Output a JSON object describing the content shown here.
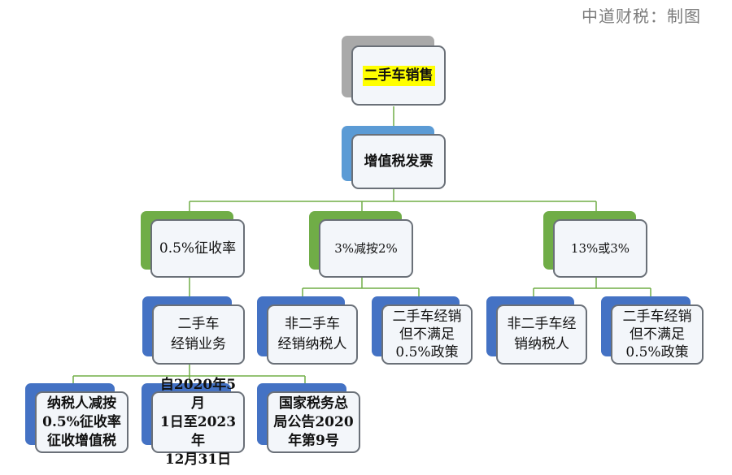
{
  "credit": "中道财税：制图",
  "colors": {
    "root_back": "#a9a9a9",
    "invoice_back": "#5b9bd5",
    "rate_back": "#70ad47",
    "leaf_back": "#4472c4",
    "line": "#70ad47",
    "highlight": "#ffff00",
    "notice_text": "#ff0000"
  },
  "root": {
    "label": "二手车销售"
  },
  "invoice": {
    "label": "增值税发票"
  },
  "rates": [
    {
      "label": "0.5%征收率"
    },
    {
      "label": "3%减按2%"
    },
    {
      "label": "13%或3%"
    }
  ],
  "level3": {
    "dealer_business": [
      "二手车",
      "经销业务"
    ],
    "non_dealer_taxpayer_a": [
      "非二手车",
      "经销纳税人"
    ],
    "dealer_not_policy_a": [
      "二手车经销",
      "但不满足",
      "0.5%政策"
    ],
    "non_dealer_taxpayer_b": [
      "非二手车经",
      "销纳税人"
    ],
    "dealer_not_policy_b": [
      "二手车经销",
      "但不满足",
      "0.5%政策"
    ]
  },
  "level4": {
    "reduced_rate": [
      "纳税人减按",
      "0.5%征收率",
      "征收增值税"
    ],
    "period": [
      "自2020年5月",
      "1日至2023年",
      "12月31日"
    ],
    "notice": [
      "国家税务总",
      "局公告2020",
      "年第9号"
    ]
  }
}
